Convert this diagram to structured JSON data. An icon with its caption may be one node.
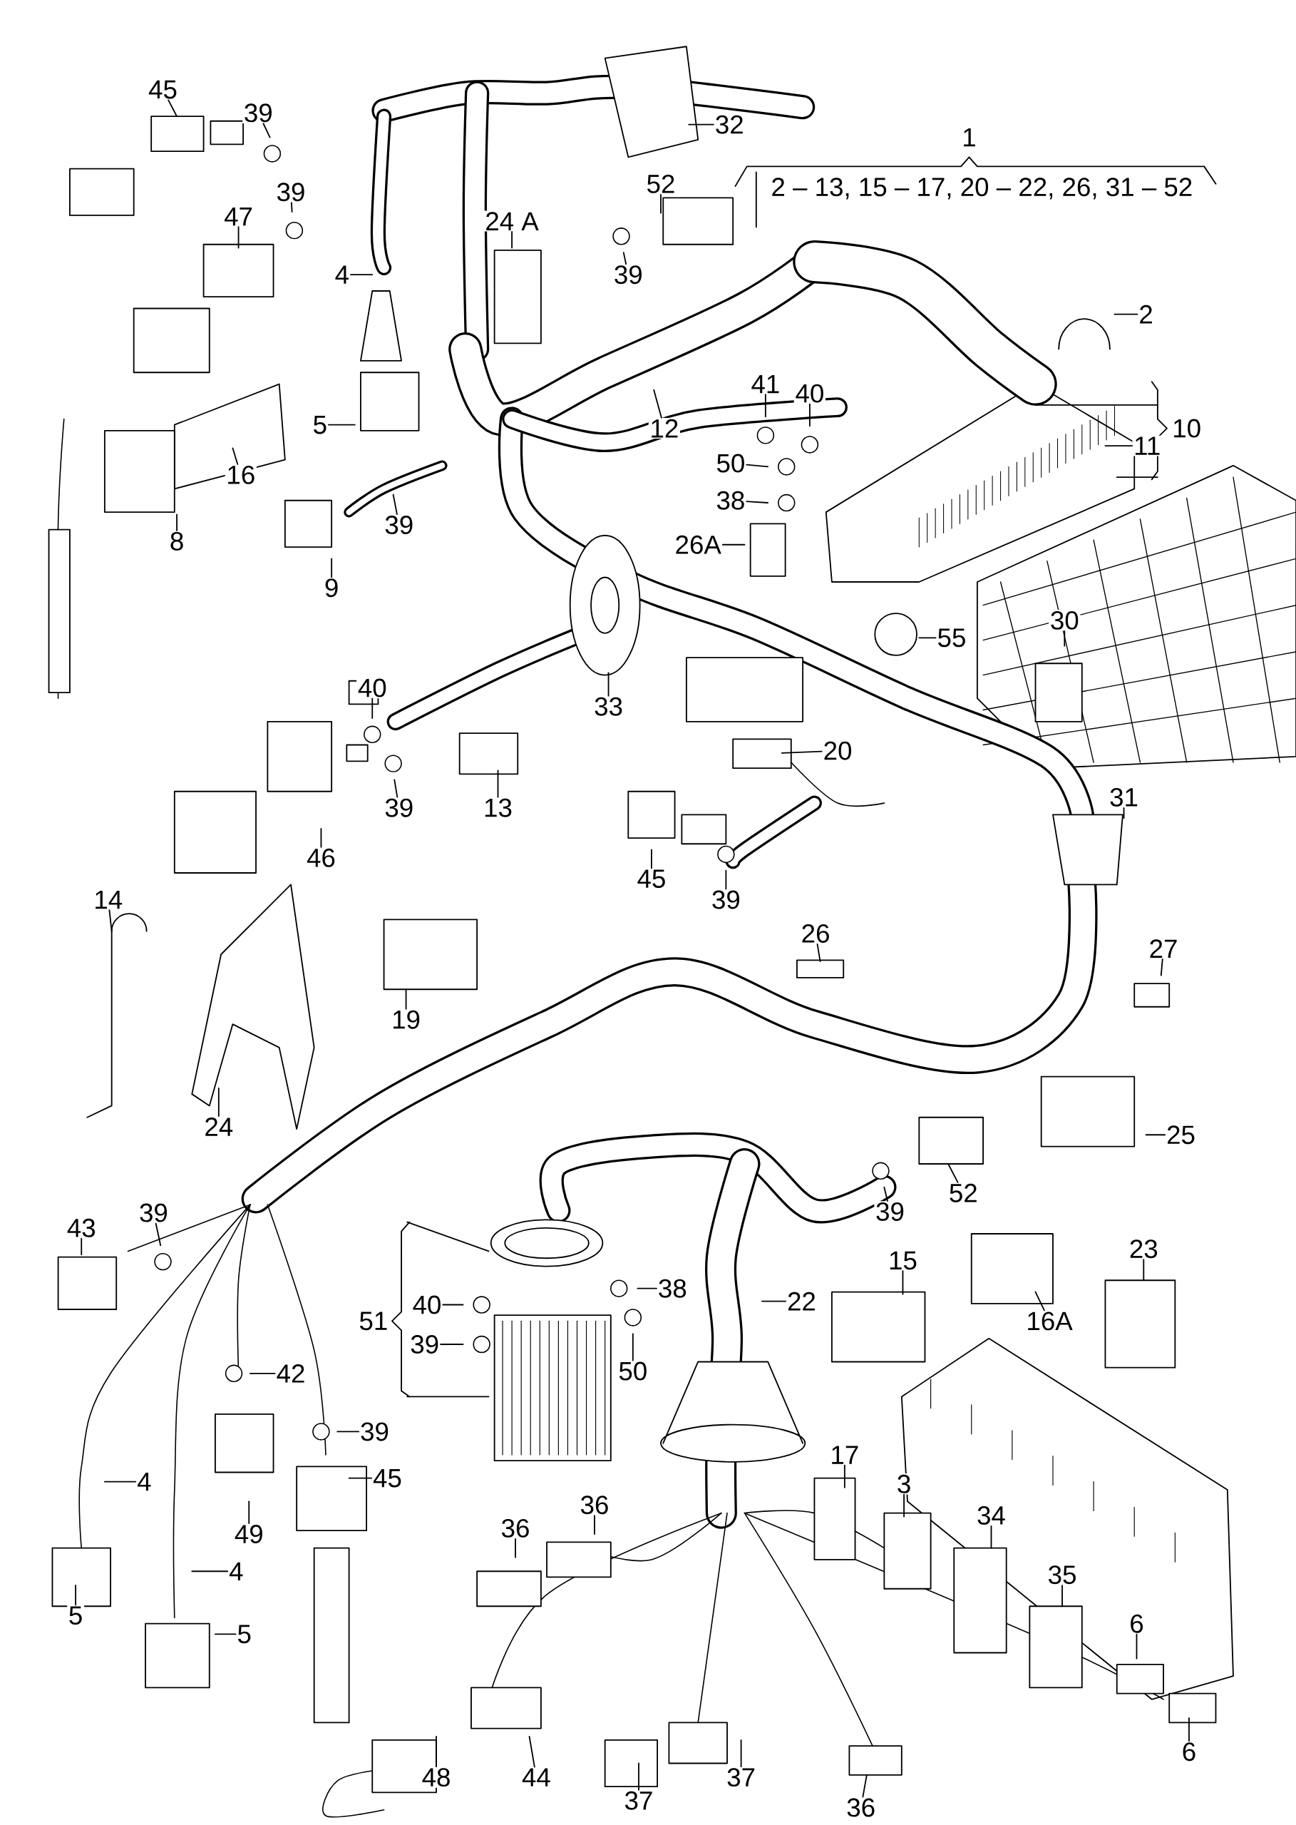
{
  "diagram": {
    "nodes": [
      {
        "text": [
          "1"
        ]
      },
      {
        "text": [
          "39"
        ]
      },
      {
        "text": [
          "45"
        ]
      },
      {
        "text": [
          "32"
        ]
      },
      {
        "text": [
          "52"
        ]
      },
      {
        "text": [
          "47"
        ]
      },
      {
        "text": [
          "39"
        ]
      },
      {
        "text": [
          "24 A"
        ]
      },
      {
        "text": [
          "39"
        ]
      },
      {
        "text": [
          "4"
        ]
      },
      {
        "text": [
          "2"
        ]
      },
      {
        "text": [
          "41"
        ]
      },
      {
        "text": [
          "40"
        ]
      },
      {
        "text": [
          "5"
        ]
      },
      {
        "text": [
          "12"
        ]
      },
      {
        "text": [
          "10"
        ]
      },
      {
        "text": [
          "11"
        ]
      },
      {
        "text": [
          "50"
        ]
      },
      {
        "text": [
          "16"
        ]
      },
      {
        "text": [
          "38"
        ]
      },
      {
        "text": [
          "39"
        ]
      },
      {
        "text": [
          "26A"
        ]
      },
      {
        "text": [
          "8"
        ]
      },
      {
        "text": [
          "9"
        ]
      },
      {
        "text": [
          "30"
        ]
      },
      {
        "text": [
          "55"
        ]
      },
      {
        "text": [
          "40"
        ]
      },
      {
        "text": [
          "33"
        ]
      },
      {
        "text": [
          "20"
        ]
      },
      {
        "text": [
          "31"
        ]
      },
      {
        "text": [
          "39"
        ]
      },
      {
        "text": [
          "13"
        ]
      },
      {
        "text": [
          "46"
        ]
      },
      {
        "text": [
          "45"
        ]
      },
      {
        "text": [
          "39"
        ]
      },
      {
        "text": [
          "14"
        ]
      },
      {
        "text": [
          "26"
        ]
      },
      {
        "text": [
          "27"
        ]
      },
      {
        "text": [
          "19"
        ]
      },
      {
        "text": [
          "24"
        ]
      },
      {
        "text": [
          "25"
        ]
      },
      {
        "text": [
          "52"
        ]
      },
      {
        "text": [
          "39"
        ]
      },
      {
        "text": [
          "39"
        ]
      },
      {
        "text": [
          "43"
        ]
      },
      {
        "text": [
          "23"
        ]
      },
      {
        "text": [
          "15"
        ]
      },
      {
        "text": [
          "38"
        ]
      },
      {
        "text": [
          "22"
        ]
      },
      {
        "text": [
          "40"
        ]
      },
      {
        "text": [
          "51"
        ]
      },
      {
        "text": [
          "16A"
        ]
      },
      {
        "text": [
          "39"
        ]
      },
      {
        "text": [
          "50"
        ]
      },
      {
        "text": [
          "42"
        ]
      },
      {
        "text": [
          "39"
        ]
      },
      {
        "text": [
          "17"
        ]
      },
      {
        "text": [
          "45"
        ]
      },
      {
        "text": [
          "4"
        ]
      },
      {
        "text": [
          "3"
        ]
      },
      {
        "text": [
          "36"
        ]
      },
      {
        "text": [
          "34"
        ]
      },
      {
        "text": [
          "36"
        ]
      },
      {
        "text": [
          "49"
        ]
      },
      {
        "text": [
          "4"
        ]
      },
      {
        "text": [
          "35"
        ]
      },
      {
        "text": [
          "5"
        ]
      },
      {
        "text": [
          "6"
        ]
      },
      {
        "text": [
          "5"
        ]
      },
      {
        "text": [
          "6"
        ]
      },
      {
        "text": [
          "48"
        ]
      },
      {
        "text": [
          "44"
        ]
      },
      {
        "text": [
          "37"
        ]
      },
      {
        "text": [
          "37"
        ]
      },
      {
        "text": [
          "36"
        ]
      }
    ],
    "edges": [
      {
        "from": 1,
        "to": null,
        "arrow": "none"
      },
      {
        "from": 2,
        "to": null,
        "arrow": "none"
      },
      {
        "from": 3,
        "to": null,
        "arrow": "none"
      },
      {
        "from": 4,
        "to": null,
        "arrow": "none"
      },
      {
        "from": 5,
        "to": null,
        "arrow": "none"
      },
      {
        "from": 6,
        "to": null,
        "arrow": "none"
      },
      {
        "from": 7,
        "to": null,
        "arrow": "none"
      },
      {
        "from": 8,
        "to": null,
        "arrow": "none"
      },
      {
        "from": 9,
        "to": null,
        "arrow": "none"
      },
      {
        "from": 10,
        "to": null,
        "arrow": "none"
      },
      {
        "from": 11,
        "to": null,
        "arrow": "none"
      },
      {
        "from": 12,
        "to": null,
        "arrow": "none"
      },
      {
        "from": 13,
        "to": null,
        "arrow": "none"
      },
      {
        "from": 14,
        "to": null,
        "arrow": "none"
      },
      {
        "from": 16,
        "to": null,
        "arrow": "none"
      },
      {
        "from": 17,
        "to": null,
        "arrow": "none"
      },
      {
        "from": 18,
        "to": null,
        "arrow": "none"
      },
      {
        "from": 19,
        "to": null,
        "arrow": "none"
      },
      {
        "from": 20,
        "to": null,
        "arrow": "none"
      },
      {
        "from": 21,
        "to": null,
        "arrow": "none"
      },
      {
        "from": 22,
        "to": null,
        "arrow": "none"
      },
      {
        "from": 23,
        "to": null,
        "arrow": "none"
      },
      {
        "from": 24,
        "to": null,
        "arrow": "none"
      },
      {
        "from": 25,
        "to": null,
        "arrow": "none"
      },
      {
        "from": 26,
        "to": null,
        "arrow": "none"
      },
      {
        "from": 27,
        "to": null,
        "arrow": "none"
      },
      {
        "from": 28,
        "to": null,
        "arrow": "none"
      },
      {
        "from": 29,
        "to": null,
        "arrow": "none"
      },
      {
        "from": 30,
        "to": null,
        "arrow": "none"
      },
      {
        "from": 31,
        "to": null,
        "arrow": "none"
      },
      {
        "from": 32,
        "to": null,
        "arrow": "none"
      },
      {
        "from": 33,
        "to": null,
        "arrow": "none"
      },
      {
        "from": 34,
        "to": null,
        "arrow": "none"
      },
      {
        "from": 35,
        "to": null,
        "arrow": "none"
      },
      {
        "from": 36,
        "to": null,
        "arrow": "none"
      },
      {
        "from": 37,
        "to": null,
        "arrow": "none"
      },
      {
        "from": 38,
        "to": null,
        "arrow": "none"
      },
      {
        "from": 39,
        "to": null,
        "arrow": "none"
      },
      {
        "from": 40,
        "to": null,
        "arrow": "none"
      },
      {
        "from": 41,
        "to": null,
        "arrow": "none"
      },
      {
        "from": 42,
        "to": null,
        "arrow": "none"
      },
      {
        "from": 43,
        "to": null,
        "arrow": "none"
      },
      {
        "from": 44,
        "to": null,
        "arrow": "none"
      },
      {
        "from": 45,
        "to": null,
        "arrow": "none"
      },
      {
        "from": 46,
        "to": null,
        "arrow": "none"
      },
      {
        "from": 47,
        "to": null,
        "arrow": "none"
      },
      {
        "from": 48,
        "to": null,
        "arrow": "none"
      },
      {
        "from": 49,
        "to": null,
        "arrow": "none"
      },
      {
        "from": 51,
        "to": null,
        "arrow": "none"
      },
      {
        "from": 52,
        "to": null,
        "arrow": "none"
      },
      {
        "from": 53,
        "to": null,
        "arrow": "none"
      },
      {
        "from": 54,
        "to": null,
        "arrow": "none"
      },
      {
        "from": 55,
        "to": null,
        "arrow": "none"
      },
      {
        "from": 56,
        "to": null,
        "arrow": "none"
      },
      {
        "from": 57,
        "to": null,
        "arrow": "none"
      },
      {
        "from": 58,
        "to": null,
        "arrow": "none"
      },
      {
        "from": 59,
        "to": null,
        "arrow": "none"
      },
      {
        "from": 60,
        "to": null,
        "arrow": "none"
      },
      {
        "from": 61,
        "to": null,
        "arrow": "none"
      },
      {
        "from": 62,
        "to": null,
        "arrow": "none"
      },
      {
        "from": 63,
        "to": null,
        "arrow": "none"
      },
      {
        "from": 64,
        "to": null,
        "arrow": "none"
      },
      {
        "from": 65,
        "to": null,
        "arrow": "none"
      },
      {
        "from": 66,
        "to": null,
        "arrow": "none"
      },
      {
        "from": 67,
        "to": null,
        "arrow": "none"
      },
      {
        "from": 68,
        "to": null,
        "arrow": "none"
      },
      {
        "from": 69,
        "to": null,
        "arrow": "none"
      },
      {
        "from": 70,
        "to": null,
        "arrow": "none"
      },
      {
        "from": 71,
        "to": null,
        "arrow": "none"
      },
      {
        "from": 72,
        "to": null,
        "arrow": "none"
      },
      {
        "from": 73,
        "to": null,
        "arrow": "none"
      },
      {
        "from": 74,
        "to": null,
        "arrow": "none"
      }
    ],
    "labels": [
      "2 – 13,  15 – 17,  20 – 22, 26, 31 – 52"
    ]
  }
}
